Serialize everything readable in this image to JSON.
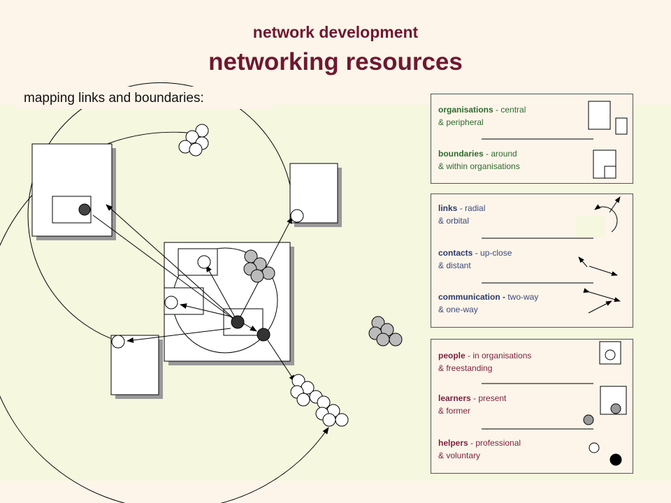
{
  "header": {
    "title_small": "network development",
    "title_large": "networking resources"
  },
  "subtitle": "mapping links and boundaries:",
  "legend": {
    "organisations": {
      "term": "organisations",
      "rest1": " - central",
      "line2": "& peripheral"
    },
    "boundaries": {
      "term": "boundaries",
      "rest1": " - around",
      "line2": "& within organisations"
    },
    "links": {
      "term": "links",
      "rest1": " - radial",
      "line2": "& orbital"
    },
    "contacts": {
      "term": "contacts",
      "rest1": " - up-close",
      "line2": "& distant"
    },
    "communication": {
      "term": "communication -",
      "rest1": " two-way",
      "line2": "& one-way"
    },
    "people": {
      "term": "people",
      "rest1": " - in organisations",
      "line2": "& freestanding"
    },
    "learners": {
      "term": "learners",
      "rest1": " - present",
      "line2": "& former"
    },
    "helpers": {
      "term": "helpers",
      "rest1": " - professional",
      "line2": "& voluntary"
    }
  },
  "colors": {
    "title": "#6e1830",
    "background": "#fdf5ea",
    "map_area": "#f5f7df",
    "green_text": "#2e6b2e",
    "blue_text": "#2a3a6a",
    "maroon_text": "#7a1f3c"
  }
}
